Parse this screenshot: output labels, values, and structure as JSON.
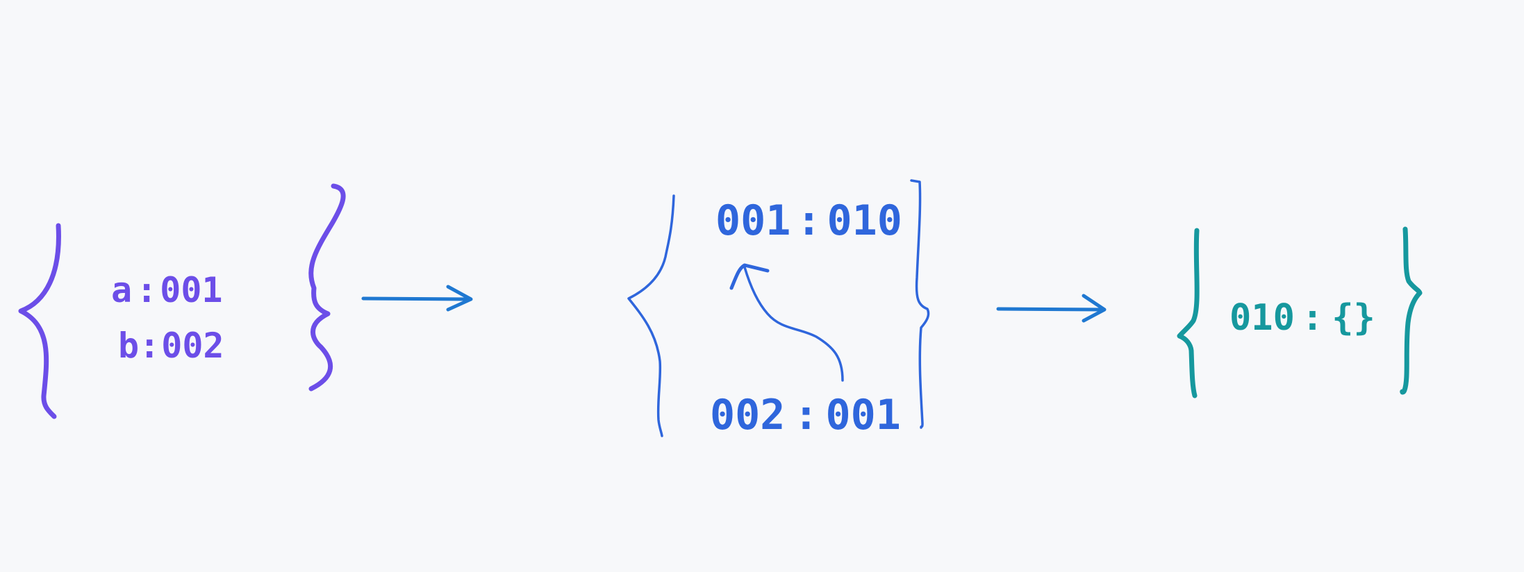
{
  "colors": {
    "background": "#f7f8fa",
    "group1": "#6c4ee8",
    "group2": "#2f66dc",
    "arrow": "#1f78d1",
    "group3": "#16989e"
  },
  "group1": {
    "entries": [
      {
        "key": "a",
        "sep": ":",
        "value": "001"
      },
      {
        "key": "b",
        "sep": ":",
        "value": "002"
      }
    ]
  },
  "group2": {
    "entries": [
      {
        "key": "001",
        "sep": ":",
        "value": "010"
      },
      {
        "key": "002",
        "sep": ":",
        "value": "001"
      }
    ]
  },
  "group3": {
    "entries": [
      {
        "key": "010",
        "sep": ":",
        "value": "{}"
      }
    ]
  }
}
